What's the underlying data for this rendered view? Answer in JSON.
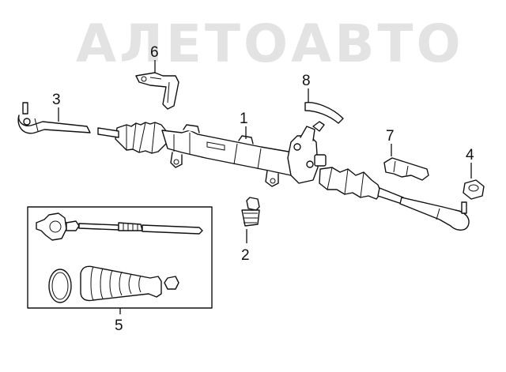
{
  "watermark": {
    "text": "АЛЕТОАВТО",
    "color": "#e3e3e3"
  },
  "colors": {
    "line": "#111111",
    "background": "#ffffff"
  },
  "callouts": [
    {
      "id": "1",
      "label": "1"
    },
    {
      "id": "2",
      "label": "2"
    },
    {
      "id": "3",
      "label": "3"
    },
    {
      "id": "4",
      "label": "4"
    },
    {
      "id": "5",
      "label": "5"
    },
    {
      "id": "6",
      "label": "6"
    },
    {
      "id": "7",
      "label": "7"
    },
    {
      "id": "8",
      "label": "8"
    }
  ]
}
